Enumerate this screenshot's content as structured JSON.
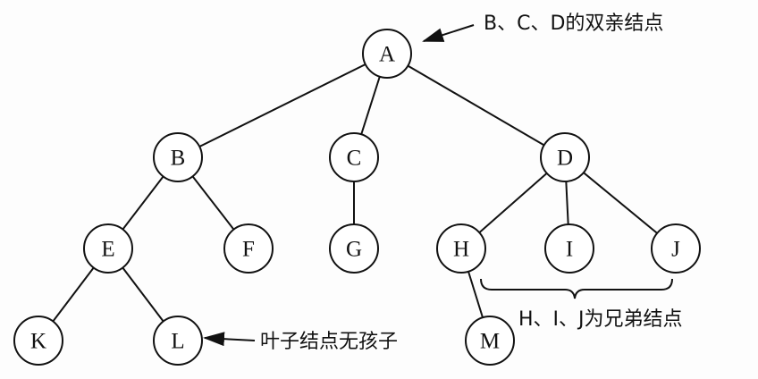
{
  "nodes": [
    {
      "id": "A",
      "label": "A"
    },
    {
      "id": "B",
      "label": "B"
    },
    {
      "id": "C",
      "label": "C"
    },
    {
      "id": "D",
      "label": "D"
    },
    {
      "id": "E",
      "label": "E"
    },
    {
      "id": "F",
      "label": "F"
    },
    {
      "id": "G",
      "label": "G"
    },
    {
      "id": "H",
      "label": "H"
    },
    {
      "id": "I",
      "label": "I"
    },
    {
      "id": "J",
      "label": "J"
    },
    {
      "id": "K",
      "label": "K"
    },
    {
      "id": "L",
      "label": "L"
    },
    {
      "id": "M",
      "label": "M"
    }
  ],
  "edges": [
    [
      "A",
      "B"
    ],
    [
      "A",
      "C"
    ],
    [
      "A",
      "D"
    ],
    [
      "B",
      "E"
    ],
    [
      "B",
      "F"
    ],
    [
      "C",
      "G"
    ],
    [
      "D",
      "H"
    ],
    [
      "D",
      "I"
    ],
    [
      "D",
      "J"
    ],
    [
      "E",
      "K"
    ],
    [
      "E",
      "L"
    ],
    [
      "H",
      "M"
    ]
  ],
  "annotations": {
    "parent": "B、C、D的双亲结点",
    "leaf": "叶子结点无孩子",
    "siblings": "H、I、J为兄弟结点"
  }
}
